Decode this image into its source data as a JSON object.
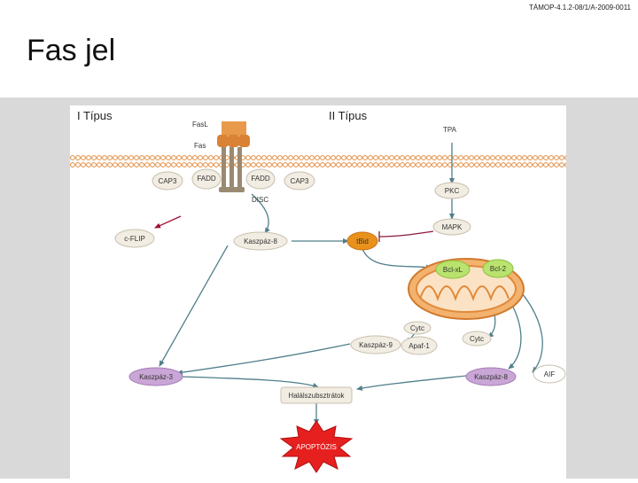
{
  "header": {
    "code": "TÁMOP-4.1.2-08/1/A-2009-0011"
  },
  "slide": {
    "title": "Fas jel"
  },
  "diagram": {
    "type1_label": "I Típus",
    "type2_label": "II Típus",
    "fasl": "FasL",
    "fas": "Fas",
    "tpa": "TPA",
    "fadd_left": "FADD",
    "fadd_right": "FADD",
    "casp8_left": "CAP3",
    "casp8_right": "CAP3",
    "disc": "DISC",
    "pkc": "PKC",
    "mapk": "MAPK",
    "cflip": "c-FLIP",
    "caspase8": "Kaszpáz-8",
    "tbid": "tBid",
    "bclxl": "Bcl-xL",
    "bcl2": "Bcl-2",
    "cytc_top": "Cytc",
    "cytc_right": "Cytc",
    "caspase9": "Kaszpáz-9",
    "apaf1": "Apaf-1",
    "caspase3": "Kaszpáz-3",
    "caspase8_low": "Kaszpáz-8",
    "aif": "AIF",
    "death_substrates": "Halálszubsztrátok",
    "apoptosis": "APOPTÓZIS"
  }
}
